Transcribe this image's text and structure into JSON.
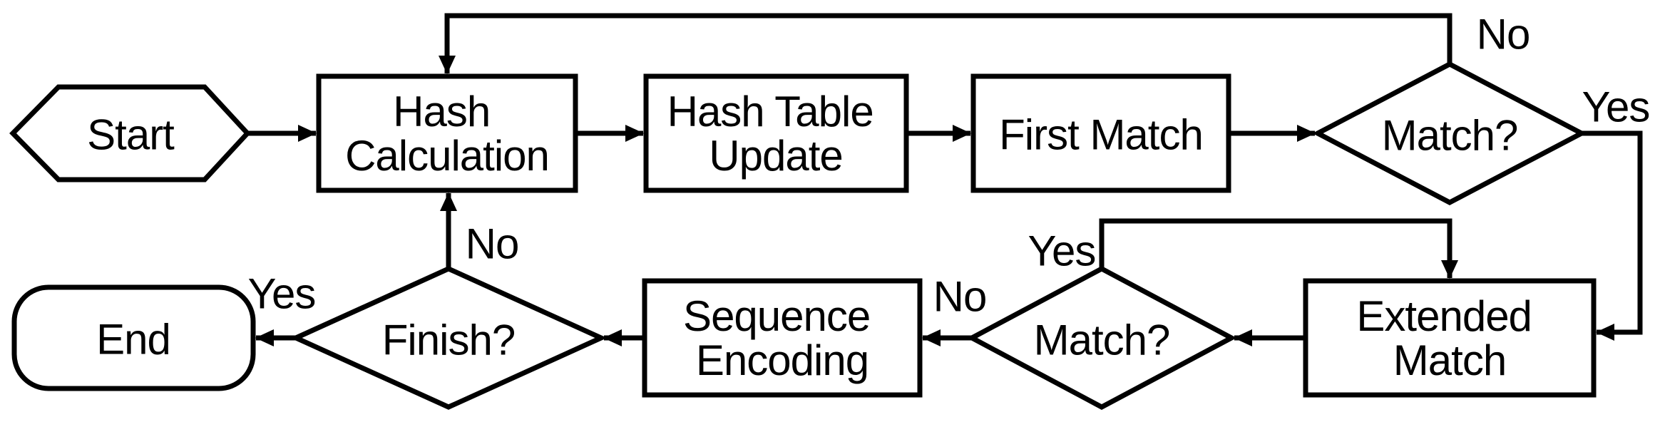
{
  "flowchart": {
    "background_color": "#ffffff",
    "line_color": "#000000",
    "text_color": "#000000",
    "nodes": [
      {
        "id": "start",
        "type": "terminal-hexagon",
        "lines": [
          "Start"
        ]
      },
      {
        "id": "hash-calculation",
        "type": "process",
        "lines": [
          "Hash",
          "Calculation"
        ]
      },
      {
        "id": "hash-table-update",
        "type": "process",
        "lines": [
          "Hash Table",
          "Update"
        ]
      },
      {
        "id": "first-match",
        "type": "process",
        "lines": [
          "First Match"
        ]
      },
      {
        "id": "match-decision-top",
        "type": "decision",
        "lines": [
          "Match?"
        ]
      },
      {
        "id": "extended-match",
        "type": "process",
        "lines": [
          "Extended",
          "Match"
        ]
      },
      {
        "id": "match-decision-bottom",
        "type": "decision",
        "lines": [
          "Match?"
        ]
      },
      {
        "id": "sequence-encoding",
        "type": "process",
        "lines": [
          "Sequence",
          "Encoding"
        ]
      },
      {
        "id": "finish-decision",
        "type": "decision",
        "lines": [
          "Finish?"
        ]
      },
      {
        "id": "end",
        "type": "terminal-rounded",
        "lines": [
          "End"
        ]
      }
    ],
    "edge_labels": [
      {
        "id": "match-top-no",
        "text": "No"
      },
      {
        "id": "match-top-yes",
        "text": "Yes"
      },
      {
        "id": "match-bottom-yes",
        "text": "Yes"
      },
      {
        "id": "match-bottom-no",
        "text": "No"
      },
      {
        "id": "finish-no",
        "text": "No"
      },
      {
        "id": "finish-yes",
        "text": "Yes"
      }
    ]
  }
}
